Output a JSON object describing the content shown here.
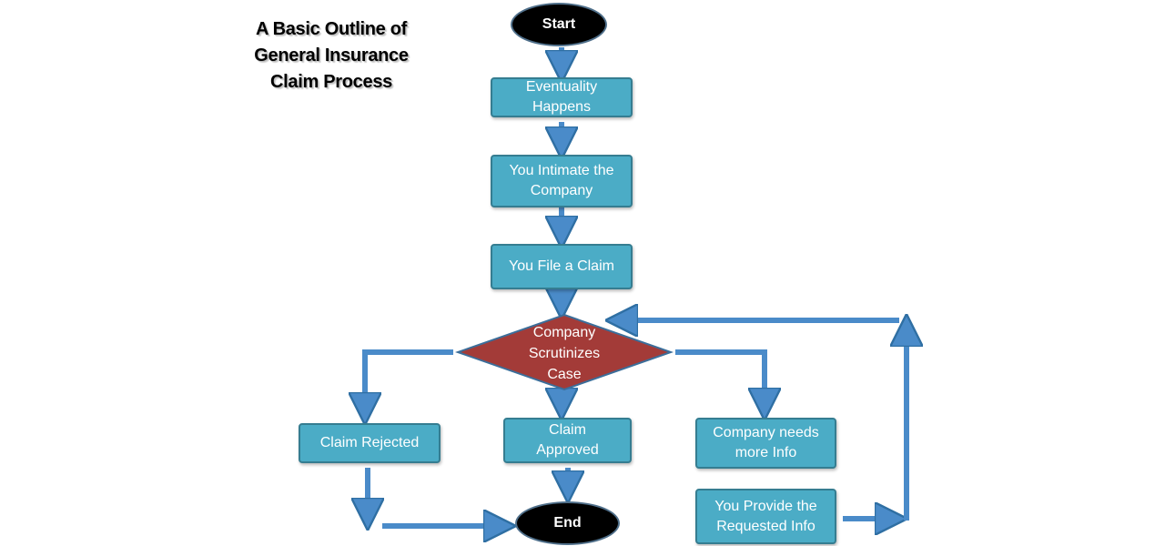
{
  "title": {
    "line1": "A Basic Outline of",
    "line2": "General Insurance",
    "line3": "Claim Process"
  },
  "nodes": {
    "start": "Start",
    "eventuality": [
      "Eventuality",
      "Happens"
    ],
    "intimate": [
      "You Intimate the",
      "Company"
    ],
    "file_claim": "You File a Claim",
    "scrutinizes": [
      "Company",
      "Scrutinizes",
      "Case"
    ],
    "rejected": "Claim Rejected",
    "approved": [
      "Claim",
      "Approved"
    ],
    "needs_info": [
      "Company needs",
      "more Info"
    ],
    "provide_info": [
      "You Provide the",
      "Requested Info"
    ],
    "end": "End"
  },
  "colors": {
    "process_fill": "#4bacc6",
    "process_border": "#357d91",
    "decision_fill": "#a33b38",
    "terminal_fill": "#000000",
    "arrow": "#4a8bc9"
  }
}
